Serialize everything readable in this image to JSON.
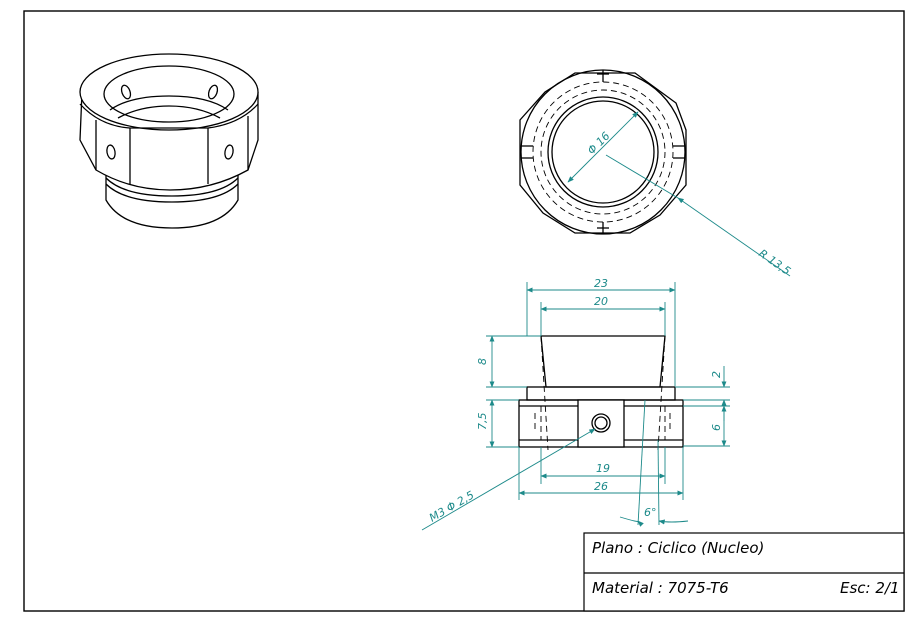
{
  "title_block": {
    "plano": "Plano : Ciclico (Nucleo)",
    "material": "Material : 7075-T6",
    "escala": "Esc: 2/1"
  },
  "dimensions": {
    "diameter_16": "Φ 16",
    "radius_135": "R 13,5",
    "width_23": "23",
    "width_20": "20",
    "height_8": "8",
    "height_2": "2",
    "height_75": "7,5",
    "height_6": "6",
    "width_19": "19",
    "width_26": "26",
    "angle_6": "6°",
    "thread_m3": "M3 Φ 2,5"
  },
  "colors": {
    "dimension": "#1d8a8a",
    "outline": "#000000"
  }
}
